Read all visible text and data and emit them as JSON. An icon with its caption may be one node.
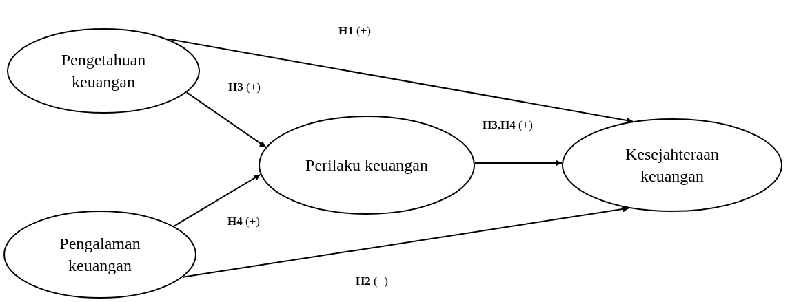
{
  "diagram": {
    "nodes": [
      {
        "text": [
          "Pengetahuan keuangan"
        ]
      },
      {
        "text": [
          "Perilaku keuangan"
        ]
      },
      {
        "text": [
          "Pengalaman keuangan"
        ]
      },
      {
        "text": [
          "Kesejahteraan keuangan"
        ]
      }
    ],
    "edges": [
      {
        "from": 0,
        "to": 3,
        "arrow": "to",
        "label": "**H1** (+)"
      },
      {
        "from": 0,
        "to": 1,
        "arrow": "to",
        "label": "**H3** (+)"
      },
      {
        "from": 2,
        "to": 1,
        "arrow": "to",
        "label": "**H4** (+)"
      },
      {
        "from": 1,
        "to": 3,
        "arrow": "to",
        "label": "**H3,H4** (+)"
      },
      {
        "from": 2,
        "to": 3,
        "arrow": "to",
        "label": "**H2** (+)"
      }
    ]
  }
}
